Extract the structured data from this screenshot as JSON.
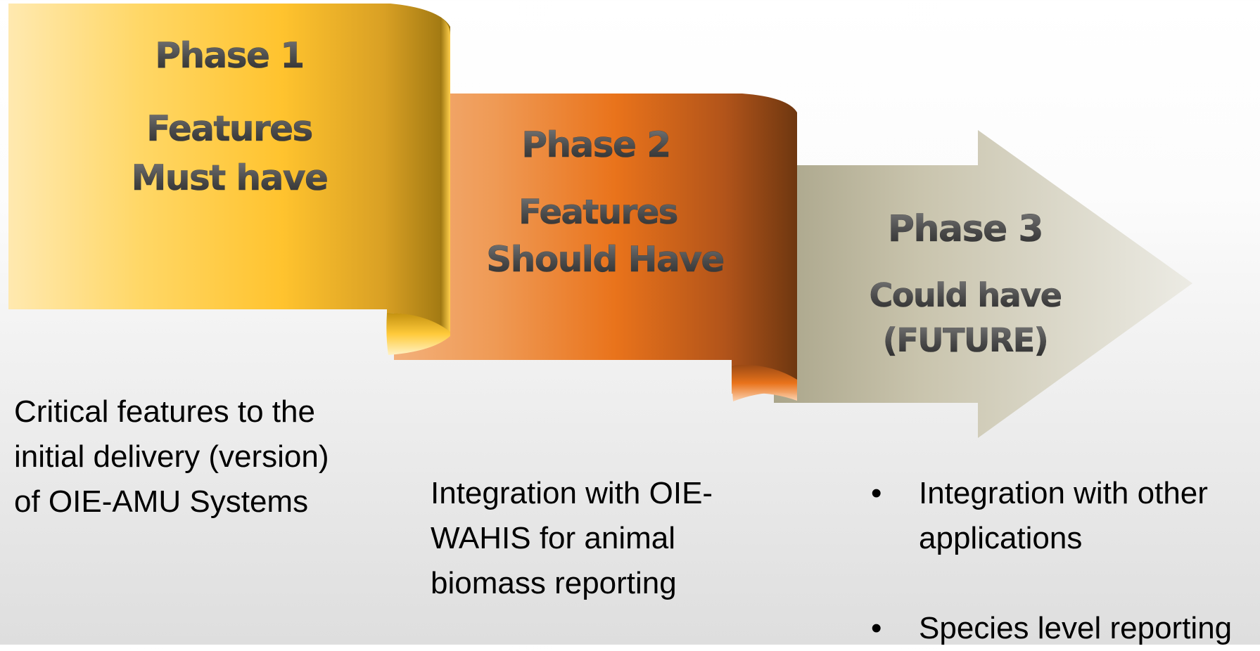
{
  "phases": [
    {
      "title": "Phase 1",
      "line1": "Features",
      "line2": "Must have",
      "description": [
        "Critical features to the",
        "initial delivery (version)",
        "of OIE-AMU Systems"
      ]
    },
    {
      "title": "Phase 2",
      "line1": "Features",
      "line2": "Should Have",
      "description": [
        "Integration with OIE-",
        "WAHIS for animal",
        "biomass reporting"
      ]
    },
    {
      "title": "Phase 3",
      "line1": "Could have",
      "line2": "(FUTURE)",
      "bullets": [
        [
          "Integration with other",
          "applications"
        ],
        [
          "Species level reporting"
        ]
      ]
    }
  ],
  "bullet_symbol": "•",
  "colors": {
    "phase1": "#ffc32e",
    "phase2": "#e9731b",
    "phase3": "#c9c4ad",
    "heading_text": "#4a4a4a"
  }
}
